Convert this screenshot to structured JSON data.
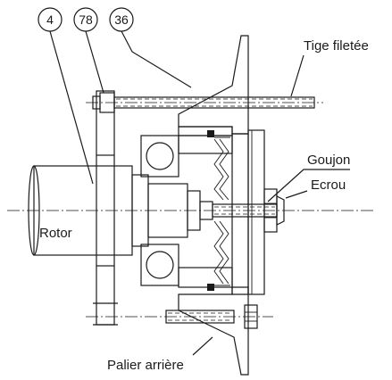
{
  "callouts": {
    "c1": "4",
    "c2": "78",
    "c3": "36"
  },
  "labels": {
    "tige": "Tige filetée",
    "goujon": "Goujon",
    "ecrou": "Ecrou",
    "rotor": "Rotor",
    "palier": "Palier arrière"
  },
  "colors": {
    "line": "#1a1a1a",
    "rotor_light": "#f2f2f2",
    "rotor_dark": "#9a9a9a"
  }
}
